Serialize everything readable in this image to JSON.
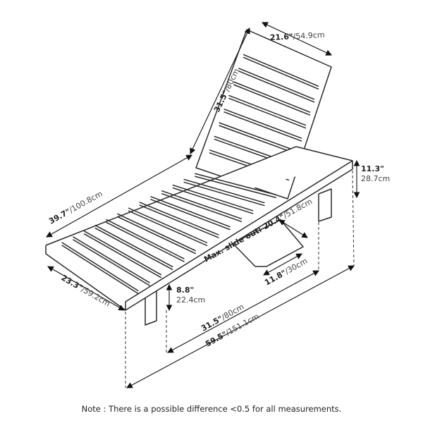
{
  "colors": {
    "line": "#2a2a2a",
    "background": "#ffffff"
  },
  "dimensions": {
    "back_width": {
      "in": "21.6\"",
      "cm": "/54.9cm"
    },
    "back_height": {
      "in": "31.5\"",
      "cm": "/80cm"
    },
    "seat_length": {
      "in": "39.7\"",
      "cm": "/100.8cm"
    },
    "width": {
      "in": "23.3\"",
      "cm": "/59.2cm"
    },
    "front_height": {
      "in": "8.8\"",
      "cm": "22.4cm"
    },
    "rear_height": {
      "in": "11.3\"",
      "cm": "28.7cm"
    },
    "slide_out": {
      "in": "Max. slide out: 20.4\"",
      "cm": "/51.8cm"
    },
    "tray_width": {
      "in": "11.8\"",
      "cm": "/30cm"
    },
    "base_length": {
      "in": "31.5\"",
      "cm": "/80cm"
    },
    "total_length": {
      "in": "59.5\"",
      "cm": "/151.1cm"
    }
  },
  "note": "Note : There is a possible difference <0.5 for all measurements."
}
